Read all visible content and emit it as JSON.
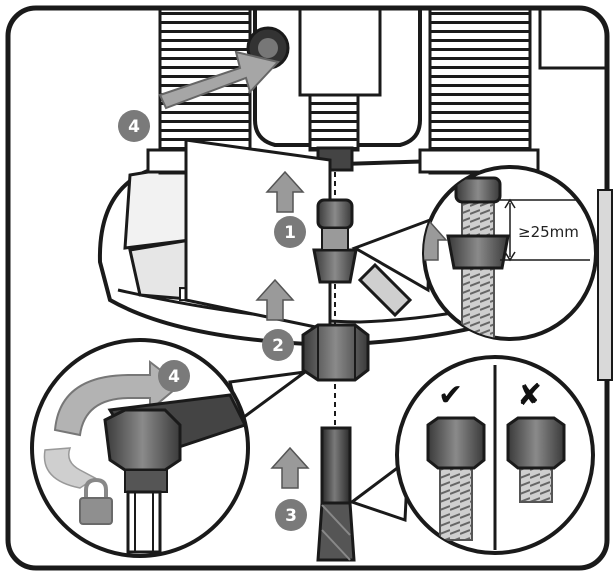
{
  "steps": {
    "step1": "1",
    "step2": "2",
    "step3": "3",
    "step4_top": "4",
    "step4_inset": "4"
  },
  "dimension_label": "≥25mm",
  "marks": {
    "correct": "✔",
    "wrong": "✘"
  },
  "colors": {
    "line": "#1a1a1a",
    "dark_gray": "#555555",
    "mid_gray": "#8c8c8c",
    "light_gray": "#c8c8c8",
    "arrow_gray": "#9a9a9a",
    "badge": "#7a7a7a"
  },
  "icons": [
    "tighten-arrow-icon",
    "lock-icon",
    "up-arrow-icon",
    "check-icon",
    "cross-icon"
  ]
}
